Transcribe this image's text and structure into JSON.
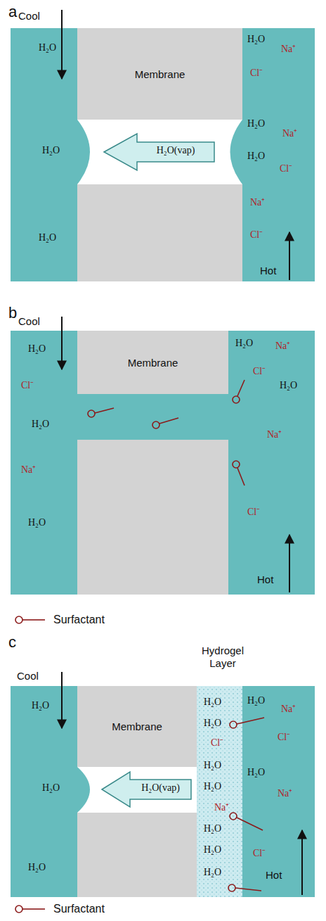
{
  "diagram": {
    "nodes": [
      {
        "text": [
          "Membrane"
        ]
      },
      {
        "text": [
          "Membrane"
        ]
      },
      {
        "text": [
          "Membrane"
        ]
      }
    ],
    "labels": [
      "a",
      "Cool",
      "H₂O",
      "H₂O",
      "H₂O",
      "H₂O(vap)",
      "H₂O",
      "Na⁺",
      "Cl⁻",
      "H₂O",
      "Na⁺",
      "H₂O",
      "Cl⁻",
      "Na⁺",
      "Cl⁻",
      "Hot",
      "b",
      "Cool",
      "H₂O",
      "Cl⁻",
      "H₂O",
      "Na⁺",
      "H₂O",
      "H₂O",
      "Na⁺",
      "Cl⁻",
      "H₂O",
      "Na⁺",
      "Cl⁻",
      "Hot",
      "c",
      "Cool",
      "Hydrogel Layer",
      "H₂O",
      "H₂O",
      "H₂O",
      "H₂O(vap)",
      "H₂O",
      "H₂O",
      "Cl⁻",
      "H₂O",
      "H₂O",
      "Na⁺",
      "H₂O",
      "H₂O",
      "H₂O",
      "H₂O",
      "Na⁺",
      "Cl⁻",
      "H₂O",
      "Na⁺",
      "Cl⁻",
      "Hot"
    ],
    "legend": [
      {
        "text": "Surfactant"
      },
      {
        "text": "Surfactant"
      }
    ]
  }
}
